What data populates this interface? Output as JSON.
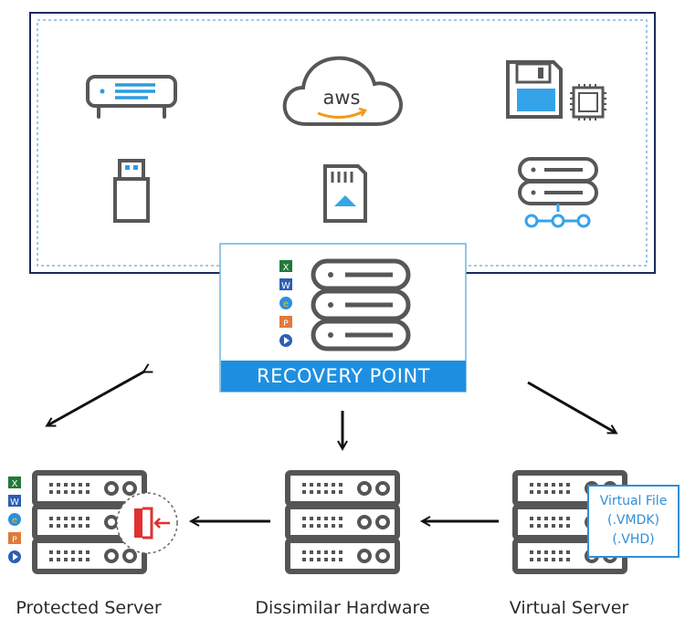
{
  "diagram": {
    "storage_targets": [
      {
        "icon": "nas-device-icon"
      },
      {
        "icon": "aws-cloud-icon",
        "text": "aws"
      },
      {
        "icon": "floppy-disk-icon"
      },
      {
        "icon": "chip-icon"
      },
      {
        "icon": "usb-drive-icon"
      },
      {
        "icon": "sd-card-icon"
      },
      {
        "icon": "network-server-icon"
      }
    ],
    "recovery_point": {
      "label": "RECOVERY POINT",
      "file_icons": [
        "excel-file-icon",
        "word-file-icon",
        "ie-file-icon",
        "powerpoint-file-icon",
        "media-file-icon"
      ]
    },
    "targets": [
      {
        "name": "Protected Server"
      },
      {
        "name": "Dissimilar Hardware"
      },
      {
        "name": "Virtual Server",
        "note": [
          "Virtual File",
          "(.VMDK)",
          "(.VHD)"
        ]
      }
    ],
    "colors": {
      "accent_blue": "#1e8fe0",
      "icon_gray": "#575757",
      "restore_red": "#e03030",
      "frame_navy": "#1a2a5a"
    }
  }
}
